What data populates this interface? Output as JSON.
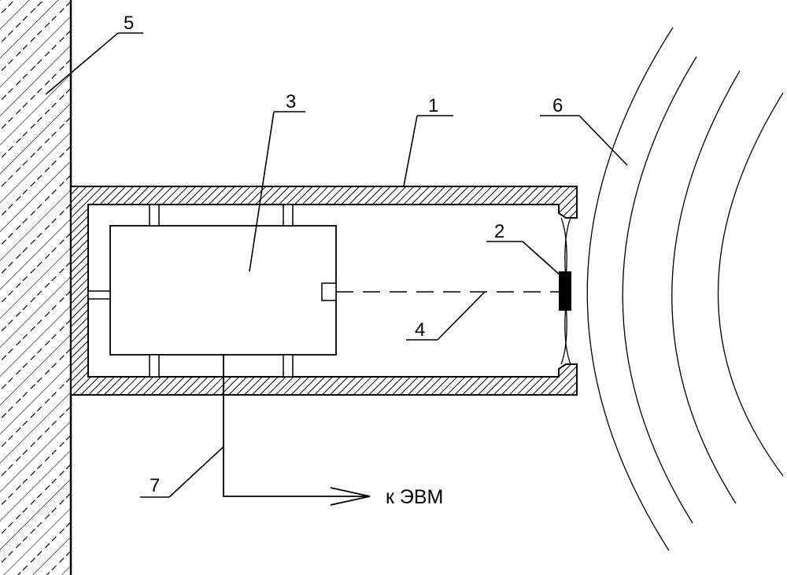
{
  "labels": {
    "housing": "1",
    "membrane": "2",
    "sensor": "3",
    "beam": "4",
    "wall": "5",
    "waves": "6",
    "cable": "7"
  },
  "output_text": "к ЭВМ"
}
